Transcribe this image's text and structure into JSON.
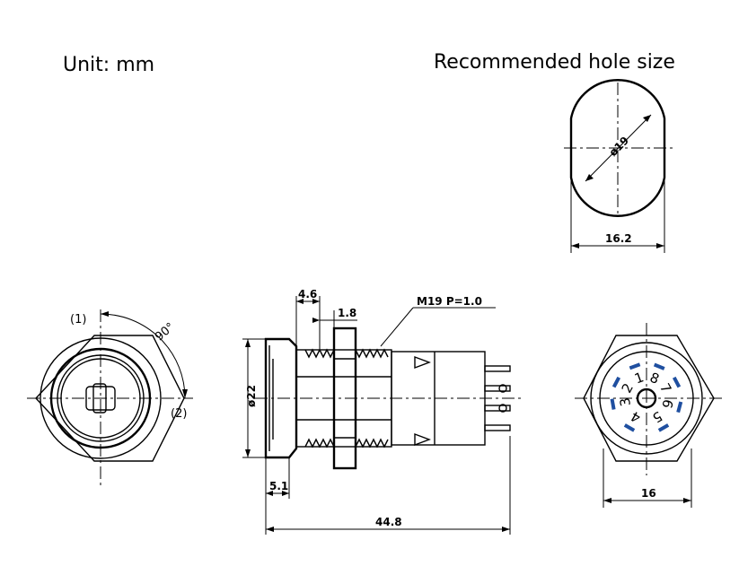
{
  "title_unit": "Unit: mm",
  "title_hole": "Recommended hole size",
  "hole": {
    "diameter_label": "ø19",
    "flat_label": "16.2"
  },
  "front": {
    "pos1_label": "(1)",
    "pos2_label": "(2)",
    "angle_label": "90°"
  },
  "side": {
    "dia_label": "ø22",
    "dim_4_6": "4.6",
    "dim_1_8": "1.8",
    "thread_label": "M19  P=1.0",
    "dim_5_1": "5.1",
    "dim_44_8": "44.8"
  },
  "rear": {
    "width_label": "16",
    "pins": [
      "1",
      "2",
      "3",
      "4",
      "5",
      "6",
      "7",
      "8"
    ],
    "pin_color": "#1f4fa0"
  }
}
